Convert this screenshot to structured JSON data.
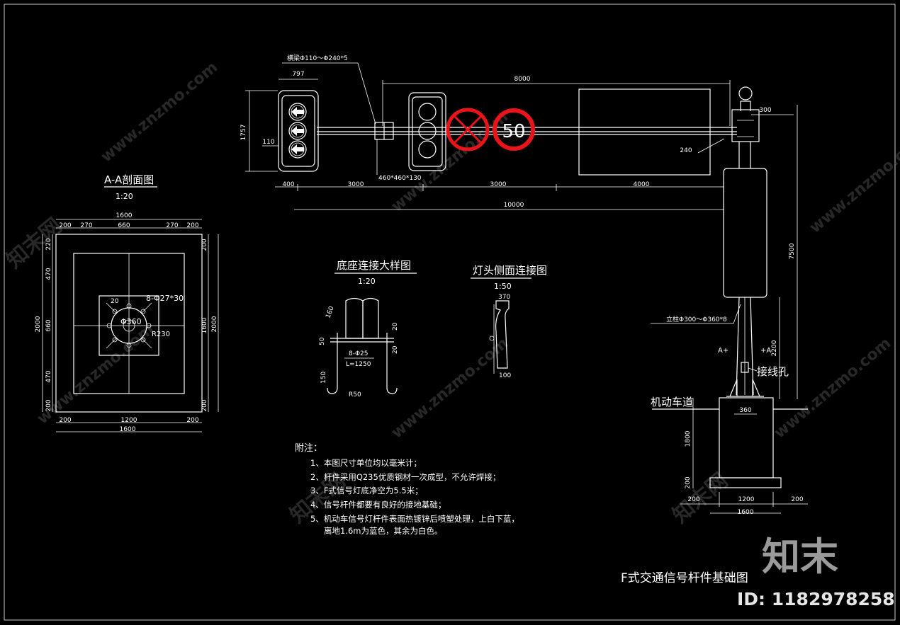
{
  "drawing": {
    "main_title": "F式交通信号杆件基础图",
    "crossbeam_spec": "横梁Φ110～Φ240*5",
    "post_spec": "立柱Φ300～Φ360*8",
    "signal_box_spec": "460*460*130",
    "speed_limit_value": "50",
    "lane_label": "机动车道",
    "wiring_hole_label": "接线孔",
    "section_marker_left": "A+",
    "section_marker_right": "+A"
  },
  "elevation_dims": {
    "overall_length": "8000",
    "total_10000": "10000",
    "seg_400": "400",
    "seg_3000_a": "3000",
    "seg_3000_b": "3000",
    "seg_4000": "4000",
    "lamp_width": "797",
    "lamp_height": "1757",
    "arm_110": "110",
    "top_300": "300",
    "arm_240": "240",
    "pole_height": "7500",
    "base_clear": "2200",
    "foundation_depth": "1800",
    "foundation_base": "200",
    "pole_dia": "360",
    "found_1200": "1200",
    "found_200_l": "200",
    "found_200_r": "200",
    "found_1600": "1600"
  },
  "section_aa": {
    "title": "A-A剖面图",
    "scale": "1:20",
    "top_total": "1600",
    "top_segments": [
      "200",
      "270",
      "660",
      "270",
      "200"
    ],
    "left_segments": [
      "220",
      "470",
      "660",
      "470",
      "200"
    ],
    "left_total": "2000",
    "right_segments": [
      "200",
      "1600",
      "200"
    ],
    "right_total": "2000",
    "bottom_segments": [
      "200",
      "1200",
      "200"
    ],
    "bottom_total": "1600",
    "bolt_spec": "8-Φ27*30",
    "diameter_label": "Φ360",
    "radius_label": "R230",
    "offset_20": "20"
  },
  "base_detail": {
    "title": "底座连接大样图",
    "scale": "1:20",
    "bolt_spec": "8-Φ25",
    "bolt_length": "L=1250",
    "dim_160": "160",
    "dim_50": "50",
    "dim_20_a": "20",
    "dim_20_b": "20",
    "dim_150": "150",
    "radius": "R50"
  },
  "lamp_side": {
    "title": "灯头侧面连接图",
    "scale": "1:50",
    "dim_370": "370",
    "dim_100": "100"
  },
  "notes": {
    "heading": "附注：",
    "items": [
      "1、本图尺寸单位均以毫米计；",
      "2、杆件采用Q235优质钢材一次成型，不允许焊接；",
      "3、F式信号灯底净空为5.5米；",
      "4、信号杆件都要有良好的接地基础；",
      "5、机动车信号灯杆件表面热镀锌后喷塑处理，上白下蓝，"
    ],
    "item5_cont": "离地1.6m为蓝色，其余为白色。"
  },
  "watermark": {
    "brand": "知末",
    "id_text": "ID: 1182978258",
    "site": "www.znzmo.com",
    "site_cn": "知末网"
  },
  "colors": {
    "background": "#000000",
    "lines": "#ffffff",
    "sign_red": "#e8141a",
    "watermark": "#4a4a4a"
  }
}
